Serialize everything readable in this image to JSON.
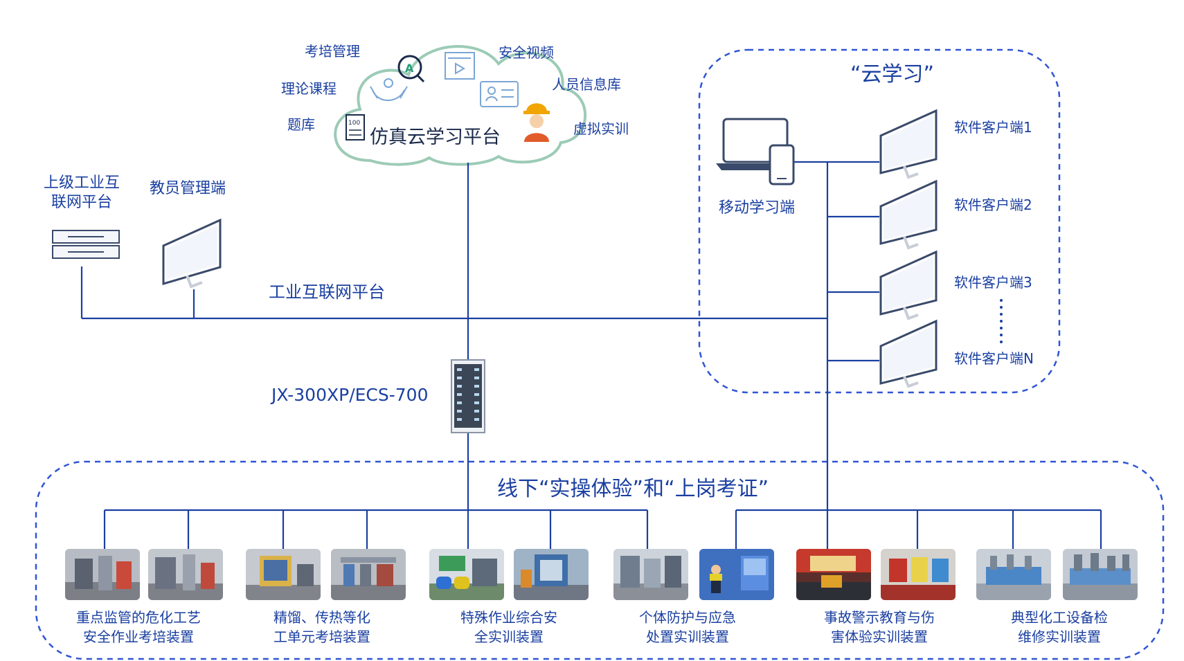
{
  "diagram": {
    "cloud": {
      "title": "仿真云学习平台",
      "modules": [
        "考培管理",
        "安全视频",
        "理论课程",
        "人员信息库",
        "题库",
        "虚拟实训"
      ]
    },
    "upper_platform": "上级工业互\n联网平台",
    "instructor": "教员管理端",
    "industrial_platform": "工业互联网平台",
    "controller": "JX-300XP/ECS-700",
    "cloud_learning": {
      "title": "“云学习”",
      "mobile": "移动学习端",
      "clients": [
        "软件客户端1",
        "软件客户端2",
        "软件客户端3",
        "软件客户端N"
      ]
    },
    "offline": {
      "title": "线下“实操体验”和“上岗考证”",
      "devices": [
        "重点监管的危化工艺\n安全作业考培装置",
        "精馏、传热等化\n工单元考培装置",
        "特殊作业综合安\n全实训装置",
        "个体防护与应急\n处置实训装置",
        "事故警示教育与伤\n害体验实训装置",
        "典型化工设备检\n维修实训装置"
      ]
    },
    "colors": {
      "line": "#1a3fa0",
      "dashed": "#2f55d4",
      "cloud_border": "#9ccbb6",
      "text": "#1a3fa0"
    }
  }
}
